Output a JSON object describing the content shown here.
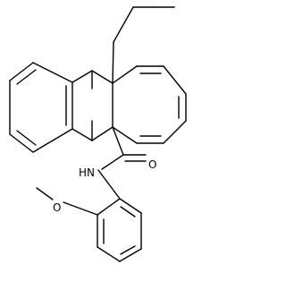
{
  "structure": {
    "atom_labels": {
      "carbonyl_oxygen": "O",
      "amide_nitrogen": "HN",
      "methoxy_oxygen": "O"
    },
    "line_color": "#000000",
    "background": "#ffffff"
  }
}
